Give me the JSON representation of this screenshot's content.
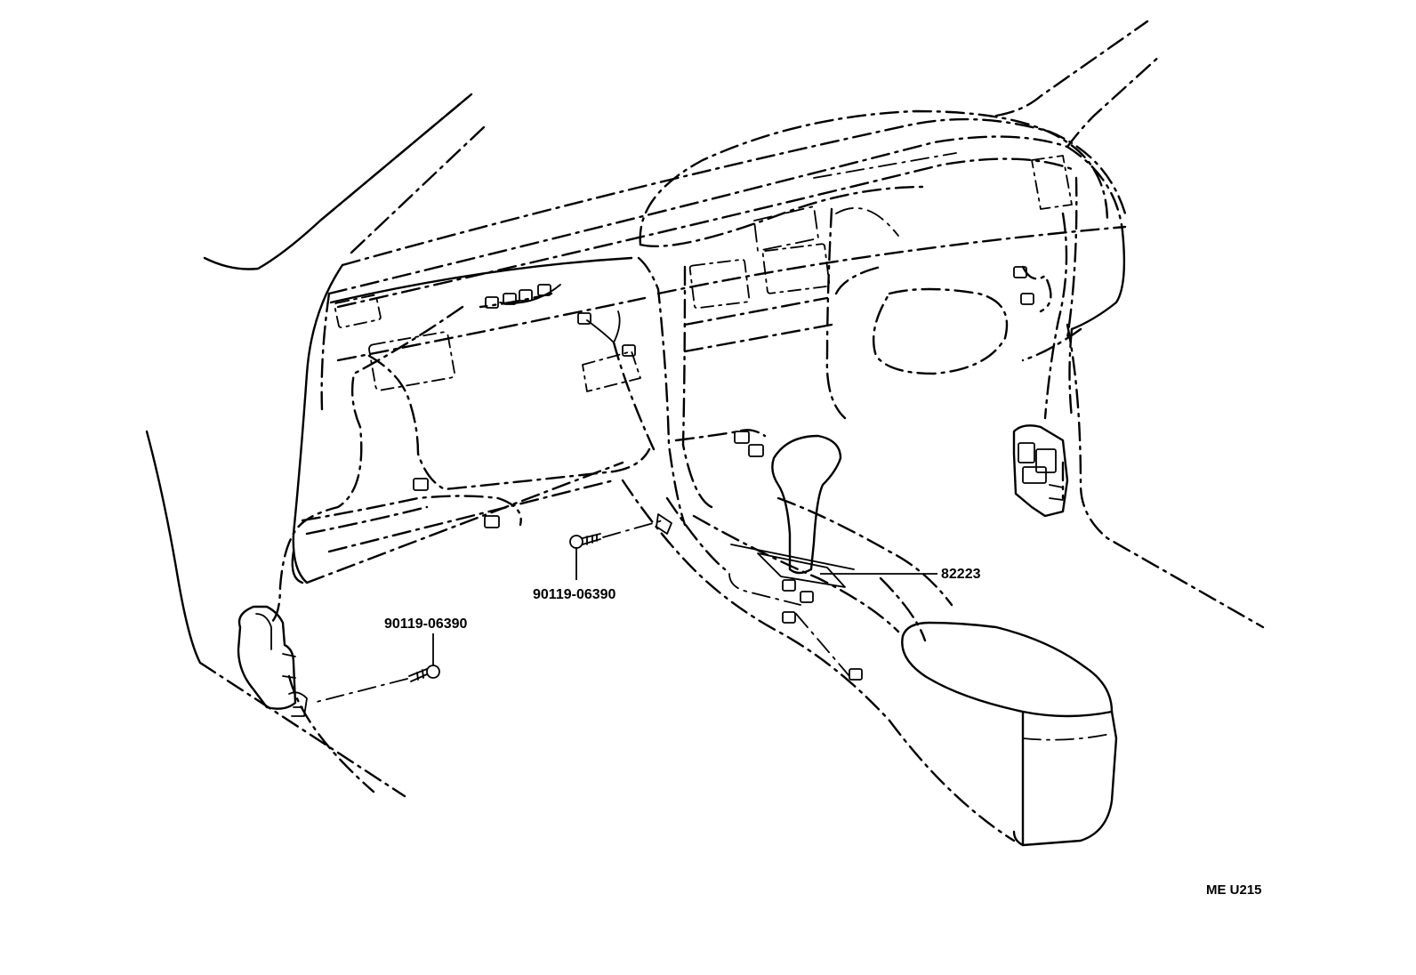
{
  "labels": {
    "bolt_left": "90119-06390",
    "bolt_center": "90119-06390",
    "wire_harness": "82223"
  },
  "drawing_code": "ME U215"
}
